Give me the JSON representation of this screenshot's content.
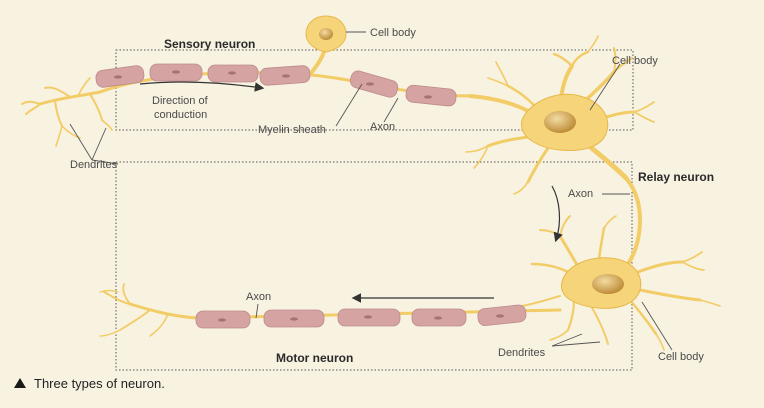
{
  "diagram": {
    "labels": {
      "sensory_neuron": "Sensory neuron",
      "relay_neuron": "Relay neuron",
      "motor_neuron": "Motor neuron",
      "cell_body_top": "Cell body",
      "cell_body_relay": "Cell body",
      "cell_body_motor": "Cell body",
      "direction_line1": "Direction of",
      "direction_line2": "conduction",
      "myelin_sheath": "Myelin sheath",
      "axon_sensory": "Axon",
      "axon_relay": "Axon",
      "axon_motor": "Axon",
      "dendrites_sensory": "Dendrites",
      "dendrites_motor": "Dendrites"
    },
    "colors": {
      "background": "#f8f2e1",
      "neuron_fill": "#f6d47a",
      "neuron_stroke": "#e7b84a",
      "myelin_fill": "#d6a3a3",
      "myelin_stroke": "#b88585",
      "nucleus_fill": "#c99a3c",
      "arrow": "#333333"
    }
  },
  "caption": "Three types of neuron."
}
